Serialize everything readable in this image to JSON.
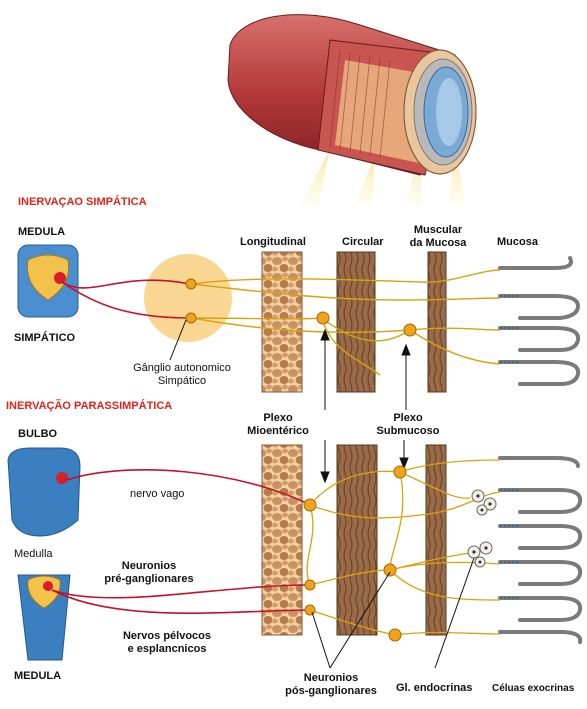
{
  "headings": {
    "sympathetic": "INERVAÇAO SIMPÁTICA",
    "parasympathetic": "INERVAÇÃO PARASSIMPÁTICA"
  },
  "labels": {
    "medula_top": "MEDULA",
    "simpatico": "SIMPÁTICO",
    "ganglio_line1": "Gânglio autonomico",
    "ganglio_line2": "Simpático",
    "longitudinal": "Longitudinal",
    "circular": "Circular",
    "muscular_line1": "Muscular",
    "muscular_line2": "da Mucosa",
    "mucosa": "Mucosa",
    "plexo_mio_line1": "Plexo",
    "plexo_mio_line2": "Mioentérico",
    "plexo_sub_line1": "Plexo",
    "plexo_sub_line2": "Submucoso",
    "bulbo": "BULBO",
    "nervo_vago": "nervo vago",
    "medulla": "Medulla",
    "pre_line1": "Neuronios",
    "pre_line2": "pré-ganglionares",
    "pelvicos_line1": "Nervos pélvocos",
    "pelvicos_line2": "e esplancnicos",
    "medula_bottom": "MEDULA",
    "pos_line1": "Neuronios",
    "pos_line2": "pós-ganglionares",
    "gl_endocrinas": "Gl. endocrinas",
    "celulas_exocrinas": "Céluas exocrinas"
  },
  "colors": {
    "heading_red": "#e0241b",
    "nerve_red": "#c4122a",
    "fiber_yellow": "#d7a40e",
    "neuron_orange": "#f0a21a",
    "muscle_brown": "#8a5a38",
    "ganglion_fill": "#f9d792",
    "spinal_blue": "#3a7fc0",
    "gut_red": "#b2383a"
  }
}
